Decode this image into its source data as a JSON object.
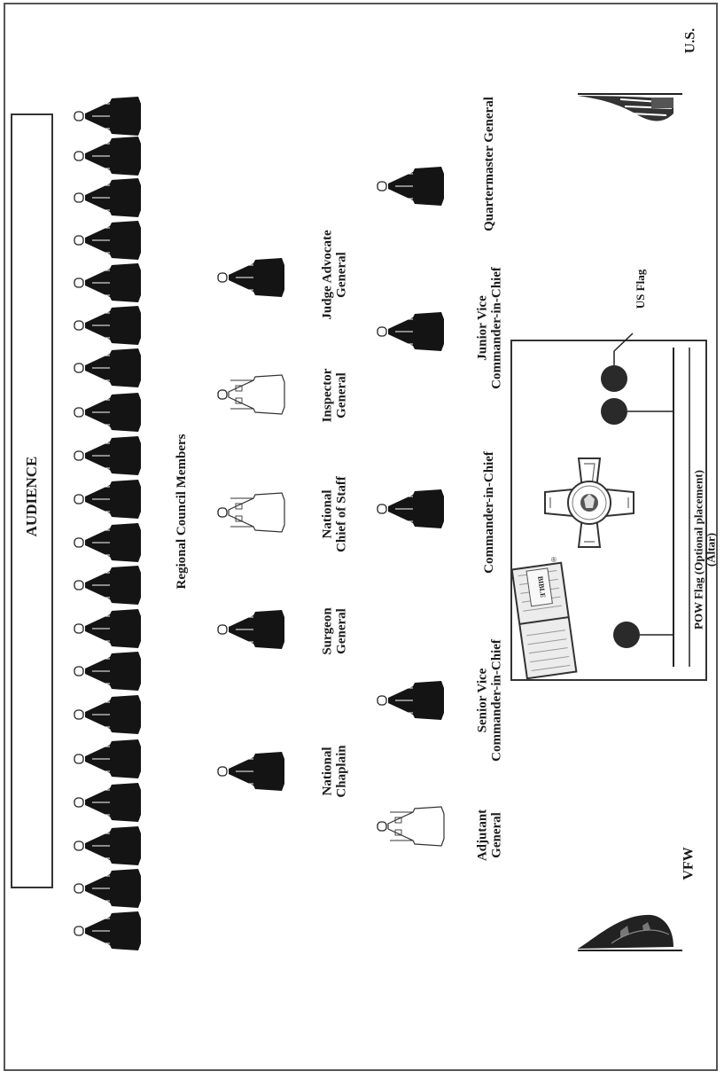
{
  "audience_label": "AUDIENCE",
  "regional_label": "Regional Council Members",
  "corner_labels": {
    "us": "U.S.",
    "vfw": "VFW"
  },
  "officers_row1": [
    {
      "id": "national-chaplain",
      "lines": [
        "National",
        "Chaplain"
      ],
      "uniform": "dark"
    },
    {
      "id": "surgeon-general",
      "lines": [
        "Surgeon",
        "General"
      ],
      "uniform": "dark"
    },
    {
      "id": "national-chief-of-staff",
      "lines": [
        "National",
        "Chief of Staff"
      ],
      "uniform": "light"
    },
    {
      "id": "inspector-general",
      "lines": [
        "Inspector",
        "General"
      ],
      "uniform": "light"
    },
    {
      "id": "judge-advocate-general",
      "lines": [
        "Judge Advocate",
        "General"
      ],
      "uniform": "dark"
    }
  ],
  "officers_row2": [
    {
      "id": "adjutant-general",
      "lines": [
        "Adjutant",
        "General"
      ],
      "uniform": "light"
    },
    {
      "id": "senior-vice-commander",
      "lines": [
        "Senior Vice",
        "Commander-in-Chief"
      ],
      "uniform": "dark"
    },
    {
      "id": "commander-in-chief",
      "lines": [
        "Commander-in-Chief"
      ],
      "uniform": "dark"
    },
    {
      "id": "junior-vice-commander",
      "lines": [
        "Junior Vice",
        "Commander-in-Chief"
      ],
      "uniform": "dark"
    },
    {
      "id": "quartermaster-general",
      "lines": [
        "Quartermaster General"
      ],
      "uniform": "dark"
    }
  ],
  "altar": {
    "us_flag_label": "US Flag",
    "pow_flag_label": "POW Flag (Optional placement)",
    "altar_label": "(Altar)",
    "bible_label": "BIBLE"
  }
}
